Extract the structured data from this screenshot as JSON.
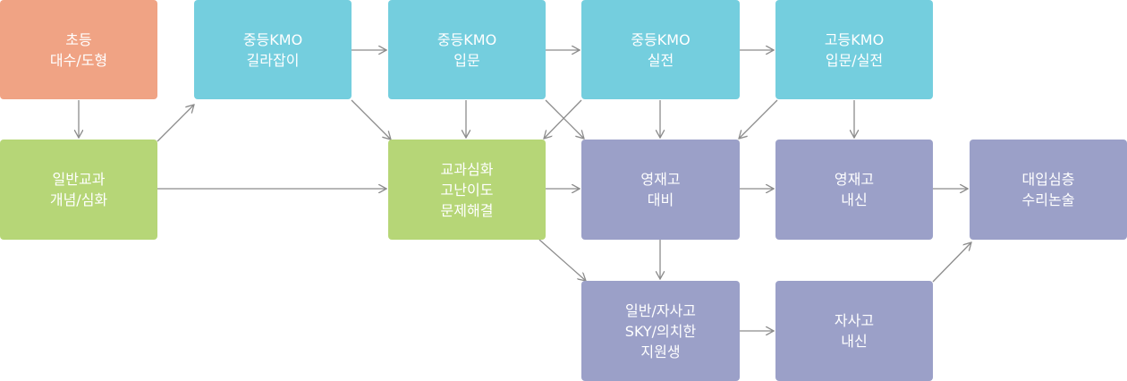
{
  "nodes": {
    "elementary": {
      "line1": "초등",
      "line2": "대수/도형",
      "color": "#f0a384"
    },
    "general": {
      "line1": "일반교과",
      "line2": "개념/심화",
      "color": "#b6d677"
    },
    "kmo_guide": {
      "line1": "중등KMO",
      "line2": "길라잡이",
      "color": "#74cede"
    },
    "kmo_intro": {
      "line1": "중등KMO",
      "line2": "입문",
      "color": "#74cede"
    },
    "kmo_practice": {
      "line1": "중등KMO",
      "line2": "실전",
      "color": "#74cede"
    },
    "hs_kmo": {
      "line1": "고등KMO",
      "line2": "입문/실전",
      "color": "#74cede"
    },
    "advanced": {
      "line1": "교과심화",
      "line2": "고난이도",
      "line3": "문제해결",
      "color": "#b6d677"
    },
    "gifted_prep": {
      "line1": "영재고",
      "line2": "대비",
      "color": "#9ba0c8"
    },
    "gifted_school": {
      "line1": "영재고",
      "line2": "내신",
      "color": "#9ba0c8"
    },
    "college": {
      "line1": "대입심층",
      "line2": "수리논술",
      "color": "#9ba0c8"
    },
    "sky": {
      "line1": "일반/자사고",
      "line2": "SKY/의치한",
      "line3": "지원생",
      "color": "#9ba0c8"
    },
    "private_school": {
      "line1": "자사고",
      "line2": "내신",
      "color": "#9ba0c8"
    }
  },
  "arrow_color": "#8c8c8c"
}
